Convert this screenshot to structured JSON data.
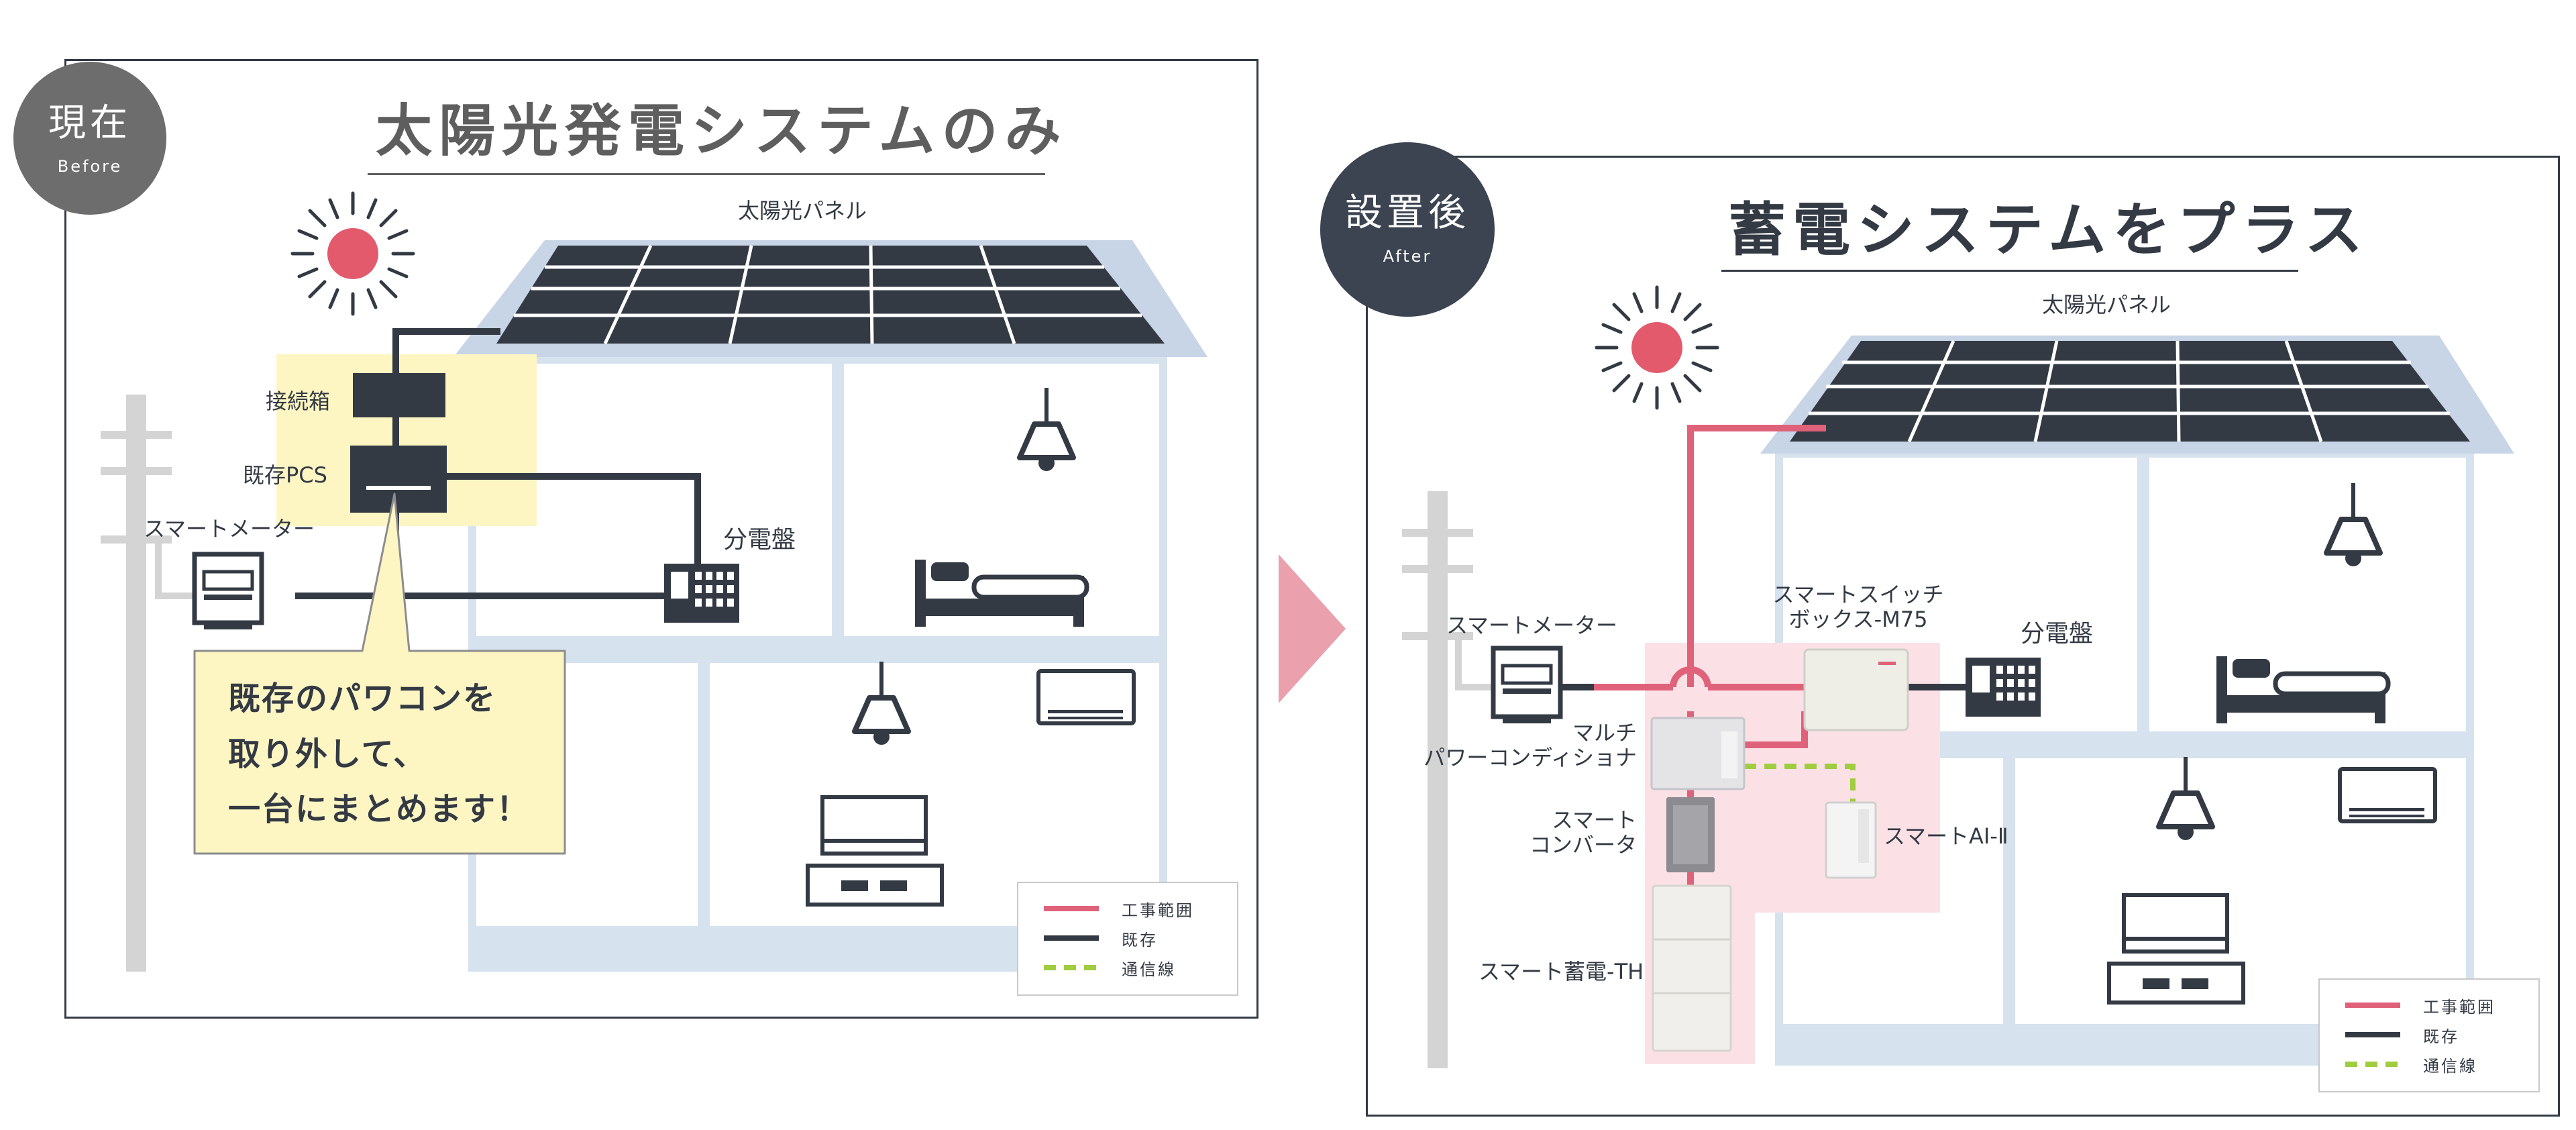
{
  "before": {
    "badge_main": "現在",
    "badge_sub": "Before",
    "title": "太陽光発電システムのみ",
    "labels": {
      "solar_panel": "太陽光パネル",
      "junction_box": "接続箱",
      "existing_pcs": "既存PCS",
      "smart_meter": "スマートメーター",
      "distribution_board": "分電盤"
    },
    "callout_lines": [
      "既存のパワコンを",
      "取り外して、",
      "一台にまとめます！"
    ],
    "legend": [
      {
        "label": "工事範囲",
        "color": "#e0627a",
        "style": "solid"
      },
      {
        "label": "既存",
        "color": "#333a44",
        "style": "solid"
      },
      {
        "label": "通信線",
        "color": "#9fcd3f",
        "style": "dashed"
      }
    ]
  },
  "after": {
    "badge_main": "設置後",
    "badge_sub": "After",
    "title": "蓄電システムをプラス",
    "labels": {
      "solar_panel": "太陽光パネル",
      "smart_meter": "スマートメーター",
      "smart_switch": [
        "スマートスイッチ",
        "ボックス-M75"
      ],
      "distribution_board": "分電盤",
      "multi_pcs": [
        "マルチ",
        "パワーコンディショナ"
      ],
      "smart_converter": [
        "スマート",
        "コンバータ"
      ],
      "smart_ai": "スマートAI-Ⅱ",
      "smart_battery": "スマート蓄電-TH"
    },
    "legend": [
      {
        "label": "工事範囲",
        "color": "#e0627a",
        "style": "solid"
      },
      {
        "label": "既存",
        "color": "#333a44",
        "style": "solid"
      },
      {
        "label": "通信線",
        "color": "#9fcd3f",
        "style": "dashed"
      }
    ]
  },
  "colors": {
    "dark": "#333a44",
    "accent_red": "#e0627a",
    "sun": "#e25a6c",
    "comm_green": "#9fcd3f",
    "highlight_yellow": "#fdf6c3",
    "highlight_pink": "#fbe1e6",
    "roof_blue": "#c7d5e6",
    "wall_blue": "#d6e2ee",
    "badge_before": "#6d6d6d",
    "badge_after": "#3b4450",
    "arrow_pink": "#eaa0ad"
  }
}
